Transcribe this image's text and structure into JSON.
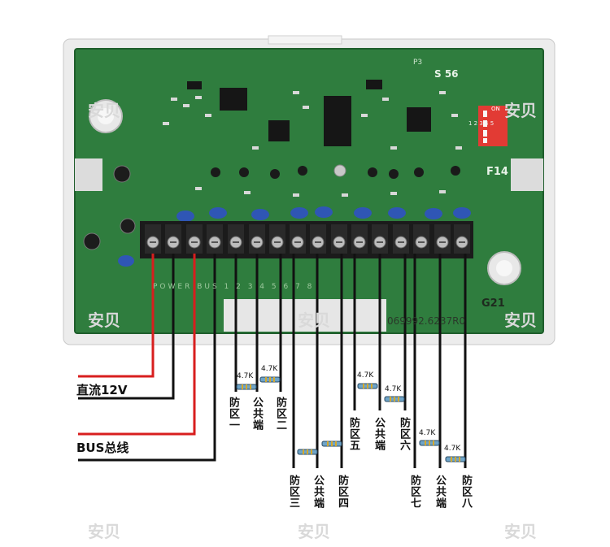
{
  "labels": {
    "dc12v": "直流12V",
    "bus": "BUS总线",
    "res": "4.7K",
    "zone1": "防区一",
    "common": "公共端",
    "zone2": "防区二",
    "zone3": "防区三",
    "zone4": "防区四",
    "zone5": "防区五",
    "zone6": "防区六",
    "zone7": "防区七",
    "zone8": "防区八"
  },
  "board": {
    "silk_s56": "S 56",
    "silk_f14": "F14",
    "silk_g21": "G21",
    "silk_code": "069992.6237R0",
    "silk_p3": "P3",
    "terminal_marks": "POWER BUS 1 2 3 4 5 6 7 8",
    "dip_on": "ON",
    "dip_nums": "1 2 3 4 5"
  },
  "watermark": "安贝",
  "colors": {
    "pcb": "#2f7d3e",
    "pcb_dark": "#1f5e2c",
    "frame": "#ededed",
    "terminal": "#1b1b1b",
    "capacitor": "#2f56b5",
    "wire_red": "#d81e1e",
    "wire_black": "#111111"
  }
}
